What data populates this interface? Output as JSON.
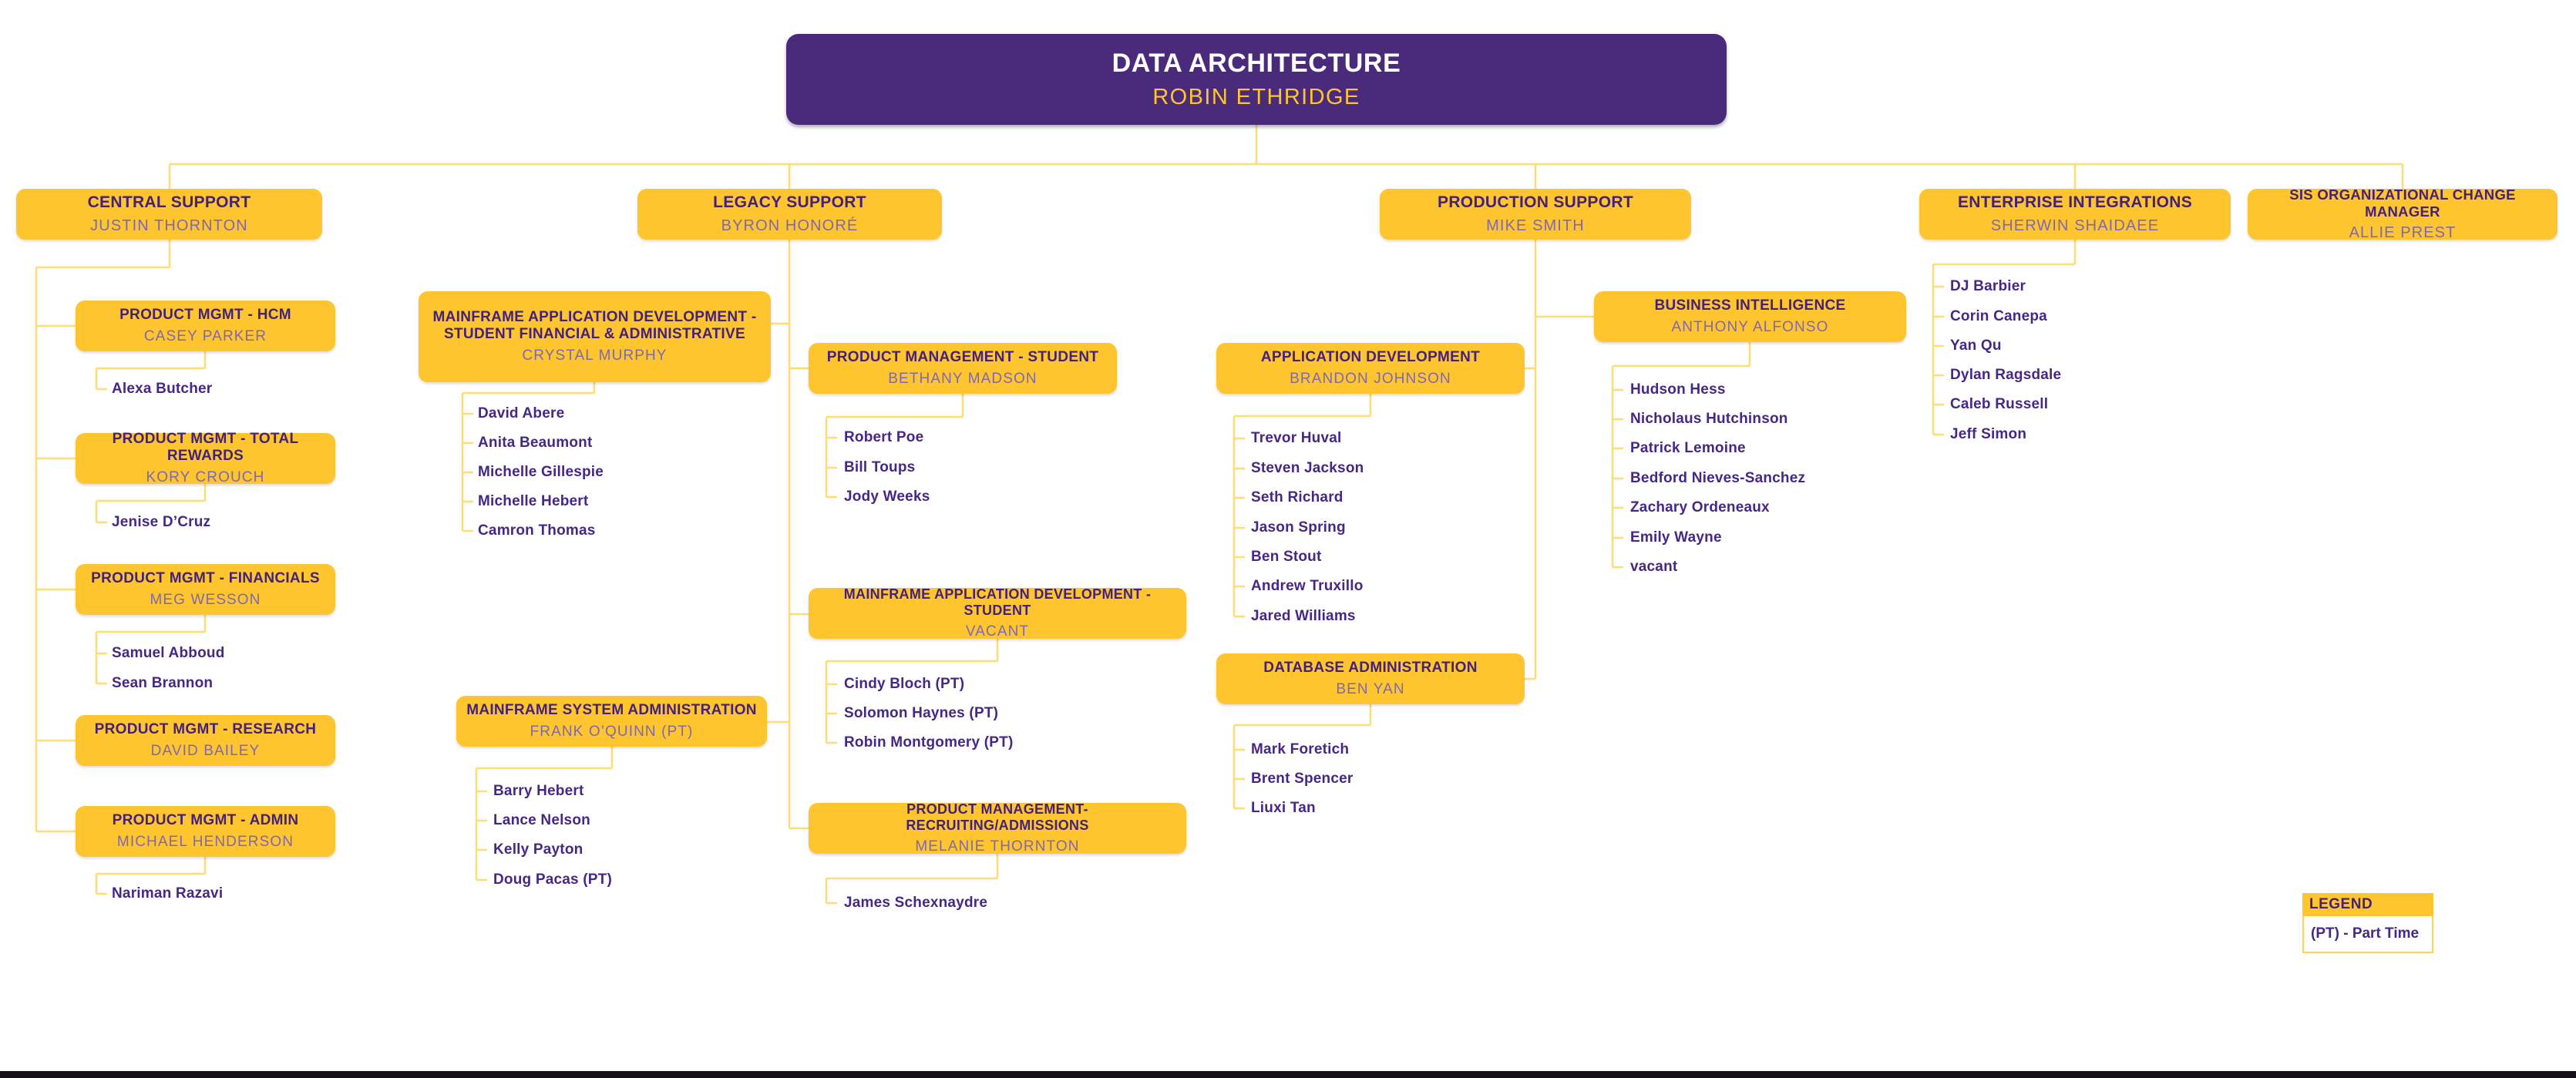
{
  "root": {
    "title": "DATA ARCHITECTURE",
    "name": "ROBIN ETHRIDGE"
  },
  "branches": {
    "central_support": {
      "title": "CENTRAL SUPPORT",
      "name": "JUSTIN THORNTON"
    },
    "legacy_support": {
      "title": "LEGACY SUPPORT",
      "name": "BYRON HONORÉ"
    },
    "production_support": {
      "title": "PRODUCTION SUPPORT",
      "name": "MIKE SMITH"
    },
    "enterprise_integrations": {
      "title": "ENTERPRISE INTEGRATIONS",
      "name": "SHERWIN SHAIDAEE",
      "members": [
        "DJ Barbier",
        "Corin Canepa",
        "Yan Qu",
        "Dylan Ragsdale",
        "Caleb Russell",
        "Jeff Simon"
      ]
    },
    "sis_ocm": {
      "title": "SIS ORGANIZATIONAL CHANGE MANAGER",
      "name": "ALLIE PREST"
    }
  },
  "departments": {
    "hcm": {
      "title": "PRODUCT MGMT - HCM",
      "name": "CASEY PARKER",
      "members": [
        "Alexa Butcher"
      ]
    },
    "total_rewards": {
      "title": "PRODUCT MGMT - TOTAL REWARDS",
      "name": "KORY CROUCH",
      "members": [
        "Jenise D’Cruz"
      ]
    },
    "financials": {
      "title": "PRODUCT MGMT - FINANCIALS",
      "name": "MEG WESSON",
      "members": [
        "Samuel Abboud",
        "Sean Brannon"
      ]
    },
    "research": {
      "title": "PRODUCT MGMT - RESEARCH",
      "name": "DAVID BAILEY",
      "members": []
    },
    "admin": {
      "title": "PRODUCT MGMT - ADMIN",
      "name": "MICHAEL HENDERSON",
      "members": [
        "Nariman Razavi"
      ]
    },
    "mainframe_sfa": {
      "title": "MAINFRAME APPLICATION DEVELOPMENT - STUDENT FINANCIAL & ADMINISTRATIVE",
      "name": "CRYSTAL MURPHY",
      "members": [
        "David Abere",
        "Anita Beaumont",
        "Michelle Gillespie",
        "Michelle Hebert",
        "Camron Thomas"
      ]
    },
    "pm_student": {
      "title": "PRODUCT MANAGEMENT - STUDENT",
      "name": "BETHANY MADSON",
      "members": [
        "Robert Poe",
        "Bill Toups",
        "Jody Weeks"
      ]
    },
    "mainframe_ad_student": {
      "title": "MAINFRAME APPLICATION DEVELOPMENT - STUDENT",
      "name": "VACANT",
      "members": [
        "Cindy Bloch (PT)",
        "Solomon Haynes (PT)",
        "Robin Montgomery (PT)"
      ]
    },
    "pm_recruiting": {
      "title": "PRODUCT MANAGEMENT- RECRUITING/ADMISSIONS",
      "name": "MELANIE THORNTON",
      "members": [
        "James Schexnaydre"
      ]
    },
    "mainframe_sysadmin": {
      "title": "MAINFRAME SYSTEM ADMINISTRATION",
      "name": "FRANK O’QUINN (PT)",
      "members": [
        "Barry Hebert",
        "Lance Nelson",
        "Kelly Payton",
        "Doug Pacas (PT)"
      ]
    },
    "app_dev": {
      "title": "APPLICATION DEVELOPMENT",
      "name": "BRANDON JOHNSON",
      "members": [
        "Trevor Huval",
        "Steven Jackson",
        "Seth Richard",
        "Jason Spring",
        "Ben Stout",
        "Andrew Truxillo",
        "Jared Williams"
      ]
    },
    "business_intelligence": {
      "title": "BUSINESS INTELLIGENCE",
      "name": "ANTHONY ALFONSO",
      "members": [
        "Hudson Hess",
        "Nicholaus Hutchinson",
        "Patrick Lemoine",
        "Bedford Nieves-Sanchez",
        "Zachary Ordeneaux",
        "Emily Wayne",
        "vacant"
      ]
    },
    "database_admin": {
      "title": "DATABASE ADMINISTRATION",
      "name": "BEN YAN",
      "members": [
        "Mark Foretich",
        "Brent Spencer",
        "Liuxi Tan"
      ]
    }
  },
  "legend": {
    "title": "LEGEND",
    "entries": [
      "(PT) - Part Time"
    ]
  },
  "colors": {
    "box_gold": "#FEC52E",
    "root_purple": "#4A2B7B",
    "title_purple": "#44217A",
    "person_purple": "#7F68B2",
    "member_purple": "#472785",
    "line_yellow": "#FFDD76",
    "root_name_gold": "#FEC52E"
  }
}
